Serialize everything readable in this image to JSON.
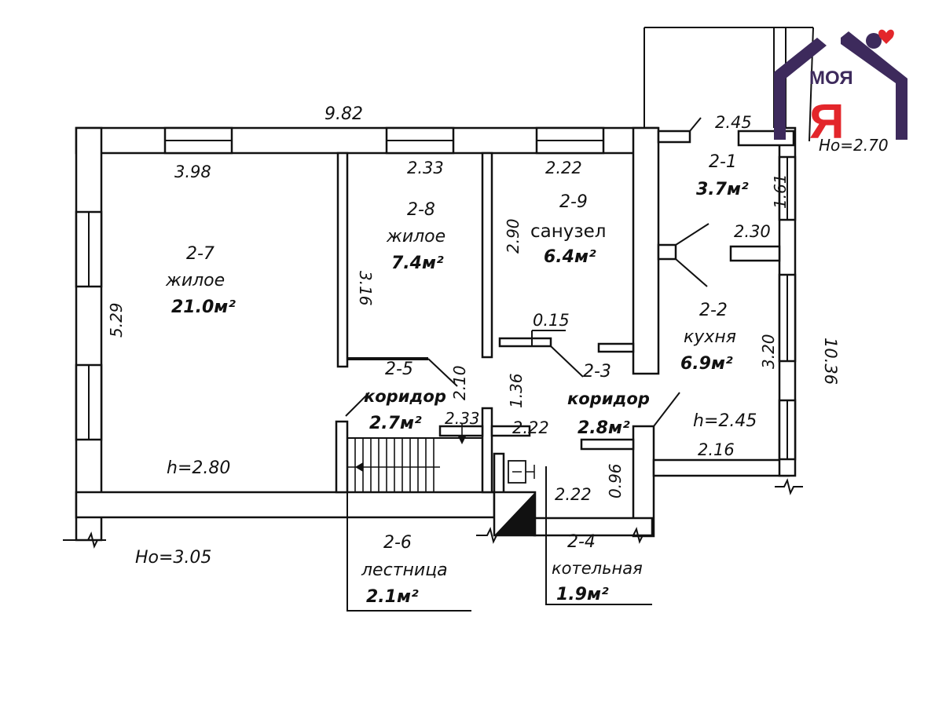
{
  "plan": {
    "overall_width": "9.82",
    "overall_depth": "10.36",
    "ground_level_left": "Ho=3.05",
    "ground_level_right": "Ho=2.70",
    "rooms": [
      {
        "id": "2-7",
        "name": "жилое",
        "area": "21.0м²",
        "dims": [
          "3.98",
          "5.29"
        ],
        "height": "h=2.80"
      },
      {
        "id": "2-8",
        "name": "жилое",
        "area": "7.4м²",
        "dims": [
          "2.33",
          "3.16"
        ]
      },
      {
        "id": "2-9",
        "name": "санузел",
        "area": "6.4м²",
        "dims": [
          "2.22",
          "2.90"
        ]
      },
      {
        "id": "2-1",
        "name": "",
        "area": "3.7м²",
        "dims": [
          "2.45",
          "1.61"
        ]
      },
      {
        "id": "2-2",
        "name": "кухня",
        "area": "6.9м²",
        "dims": [
          "2.30",
          "3.20",
          "2.16"
        ],
        "height": "h=2.45"
      },
      {
        "id": "2-5",
        "name": "коридор",
        "area": "2.7м²",
        "dims": [
          "2.10",
          "2.33"
        ]
      },
      {
        "id": "2-3",
        "name": "коридор",
        "area": "2.8м²",
        "dims": [
          "0.15",
          "1.36",
          "2.22"
        ]
      },
      {
        "id": "2-6",
        "name": "лестница",
        "area": "2.1м²"
      },
      {
        "id": "2-4",
        "name": "котельная",
        "area": "1.9м²",
        "dims": [
          "2.22",
          "0.96"
        ]
      }
    ]
  },
  "logo": {
    "word": "МОЯ",
    "mark": "Я",
    "icon": "house-heart-logo",
    "colors": {
      "frame": "#3d2a5c",
      "mark": "#e3262b",
      "heart": "#e3262b"
    }
  }
}
